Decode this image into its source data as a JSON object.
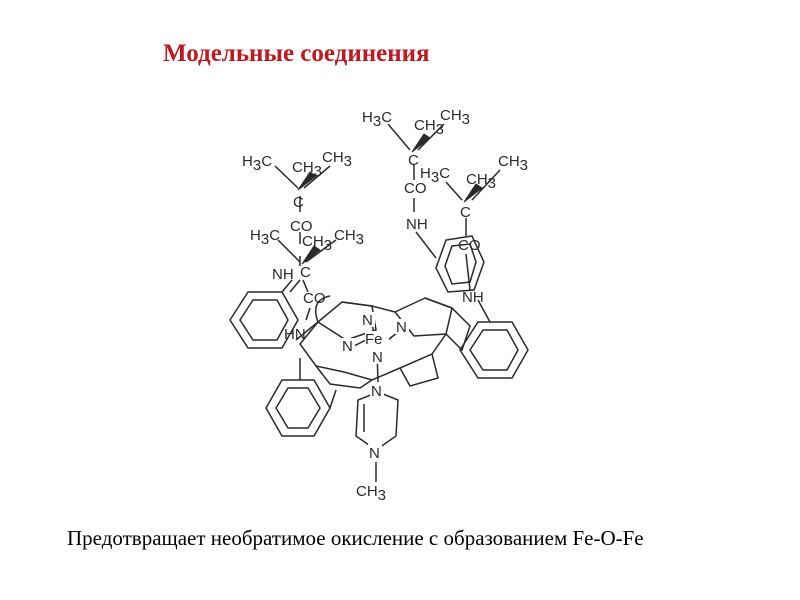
{
  "slide": {
    "title": "Модельные соединения",
    "caption": "Предотвращает необратимое окисление с образованием Fe-O-Fe"
  },
  "structure": {
    "atoms": {
      "fe": "Fe",
      "n": "N",
      "nh": "NH",
      "hn": "HN",
      "c": "C",
      "co": "CO",
      "h3c": "H",
      "ch3": "CH",
      "sub3": "3"
    }
  }
}
